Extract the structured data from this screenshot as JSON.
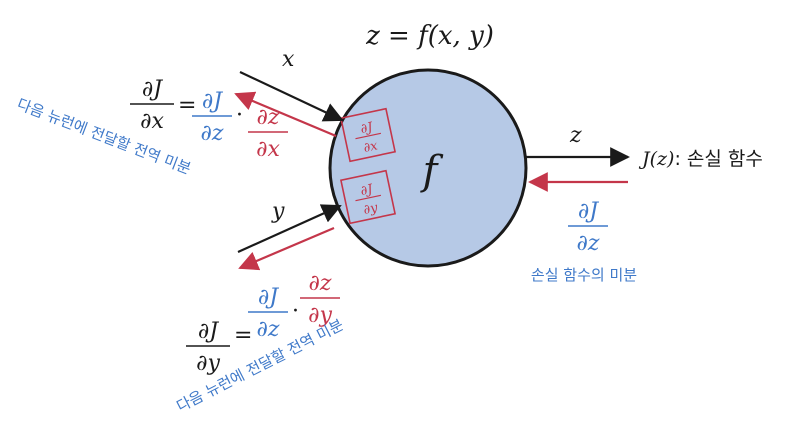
{
  "title": "z = f(x, y)",
  "node": {
    "label": "f"
  },
  "inputs": {
    "x": "x",
    "y": "y"
  },
  "output": {
    "z": "z",
    "loss_fn": "J(z)",
    "loss_fn_suffix": ": 손실 함수"
  },
  "local_grads": {
    "x": {
      "num": "∂J",
      "den": "∂x"
    },
    "y": {
      "num": "∂J",
      "den": "∂y"
    }
  },
  "grad_x": {
    "lhs_num": "∂J",
    "lhs_den": "∂x",
    "eq": "=",
    "up_num": "∂J",
    "up_den": "∂z",
    "dot": "·",
    "loc_num": "∂z",
    "loc_den": "∂x",
    "caption": "다음 뉴런에 전달할 전역 미분"
  },
  "grad_y": {
    "lhs_num": "∂J",
    "lhs_den": "∂y",
    "eq": "=",
    "up_num": "∂J",
    "up_den": "∂z",
    "dot": "·",
    "loc_num": "∂z",
    "loc_den": "∂y",
    "caption": "다음 뉴런에 전달할 전역 미분"
  },
  "upstream": {
    "num": "∂J",
    "den": "∂z",
    "caption": "손실 함수의 미분"
  },
  "colors": {
    "node_fill": "#b6c9e6",
    "black": "#1a1a1a",
    "blue": "#3f79c9",
    "red": "#c4364a"
  }
}
